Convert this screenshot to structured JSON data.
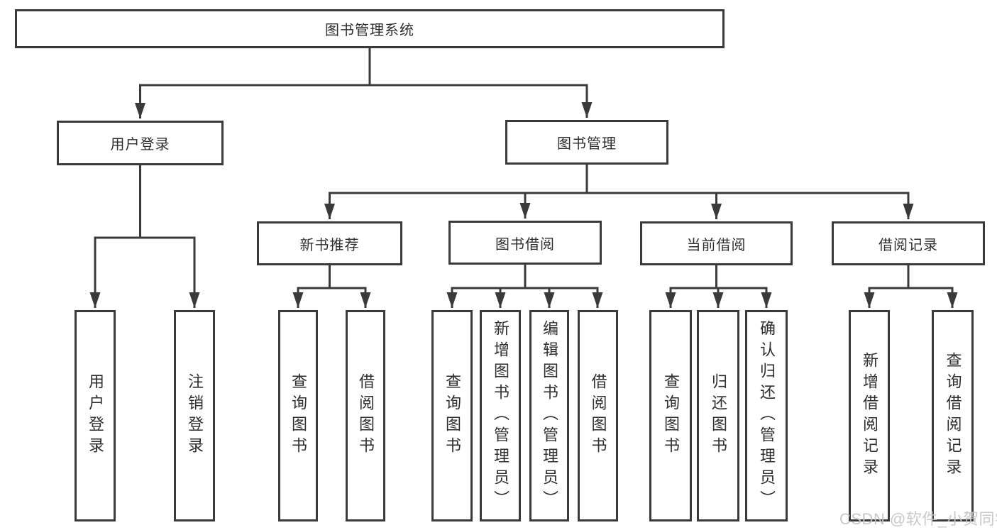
{
  "diagram": {
    "root": {
      "label": "图书管理系统"
    },
    "level2": [
      {
        "label": "用户登录"
      },
      {
        "label": "图书管理"
      }
    ],
    "level3": [
      {
        "label": "新书推荐"
      },
      {
        "label": "图书借阅"
      },
      {
        "label": "当前借阅"
      },
      {
        "label": "借阅记录"
      }
    ],
    "leaves": {
      "user_login": [
        {
          "label": "用户登录"
        },
        {
          "label": "注销登录"
        }
      ],
      "new_book": [
        {
          "label": "查询图书"
        },
        {
          "label": "借阅图书"
        }
      ],
      "book_borrow": [
        {
          "label": "查询图书"
        },
        {
          "label": "新增图书（管理员）"
        },
        {
          "label": "编辑图书（管理员）"
        },
        {
          "label": "借阅图书"
        }
      ],
      "current_borrow": [
        {
          "label": "查询图书"
        },
        {
          "label": "归还图书"
        },
        {
          "label": "确认归还（管理员）"
        }
      ],
      "records": [
        {
          "label": "新增借阅记录"
        },
        {
          "label": "查询借阅记录"
        }
      ]
    }
  },
  "watermark": {
    "text": "CSDN @软件_小贺同学"
  },
  "colors": {
    "line": "#3a3a3a",
    "box_border": "#3a3a3a",
    "text": "#2e2e2e",
    "watermark": "#c4c4c4",
    "background": "#ffffff"
  }
}
